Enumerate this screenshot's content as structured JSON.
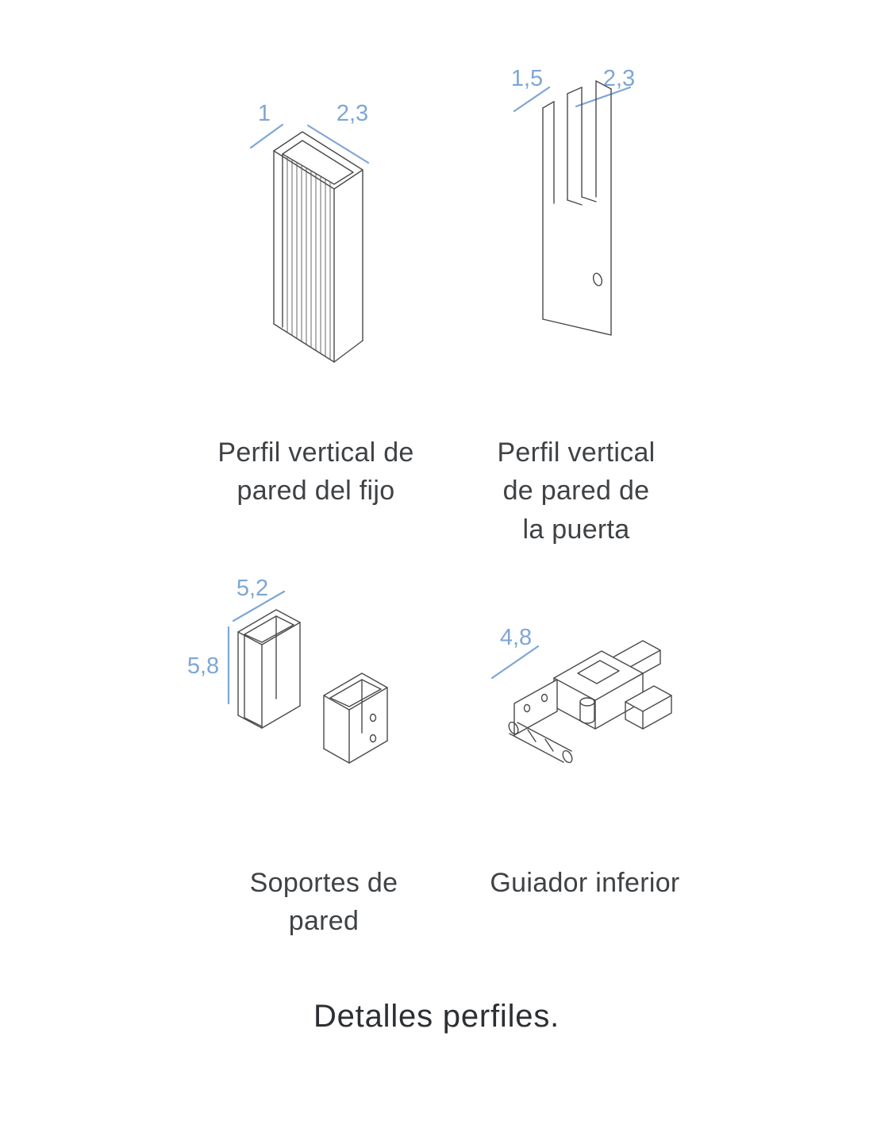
{
  "page": {
    "background": "#ffffff",
    "footer_title": "Detalles perfiles."
  },
  "colors": {
    "dimension_blue": "#7ea6d6",
    "line_art": "#4a4a4a",
    "caption_text": "#3f4245",
    "footer_text": "#2c2f33"
  },
  "figures": [
    {
      "id": "perfil-vertical-fijo",
      "caption": "Perfil vertical de\npared del fijo",
      "dims": [
        "1",
        "2,3"
      ]
    },
    {
      "id": "perfil-vertical-puerta",
      "caption": "Perfil vertical\nde pared de\nla puerta",
      "dims": [
        "1,5",
        "2,3"
      ]
    },
    {
      "id": "soportes-pared",
      "caption": "Soportes de\npared",
      "dims": [
        "5,2",
        "5,8"
      ]
    },
    {
      "id": "guiador-inferior",
      "caption": "Guiador inferior",
      "dims": [
        "4,8"
      ]
    }
  ]
}
